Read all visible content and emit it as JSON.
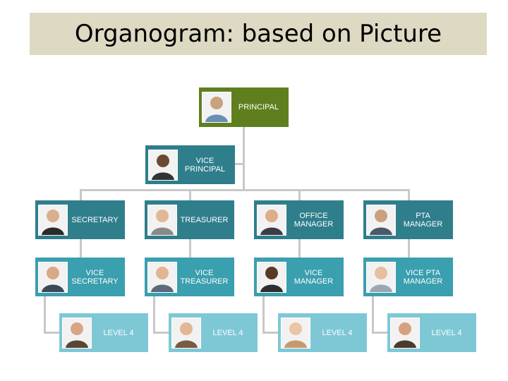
{
  "title": "Organogram: based on Picture",
  "nodes": {
    "principal": "PRINCIPAL",
    "vice_principal": "VICE PRINCIPAL",
    "secretary": "SECRETARY",
    "treasurer": "TREASURER",
    "office_manager": "OFFICE MANAGER",
    "pta_manager": "PTA MANAGER",
    "vice_secretary": "VICE SECRETARY",
    "vice_treasurer": "VICE TREASURER",
    "vice_manager": "VICE MANAGER",
    "vice_pta_manager": "VICE PTA MANAGER",
    "level4_a": "LEVEL 4",
    "level4_b": "LEVEL 4",
    "level4_c": "LEVEL 4",
    "level4_d": "LEVEL 4"
  },
  "colors": {
    "title_bg": "#ddd9c3",
    "principal": "#5f7f1f",
    "vice_principal": "#2f7e8c",
    "level2": "#2f7e8c",
    "level3": "#3a9fae",
    "level4": "#7ec8d6",
    "connector": "#c8c8c8"
  },
  "icons": [
    "person-photo-icon"
  ]
}
